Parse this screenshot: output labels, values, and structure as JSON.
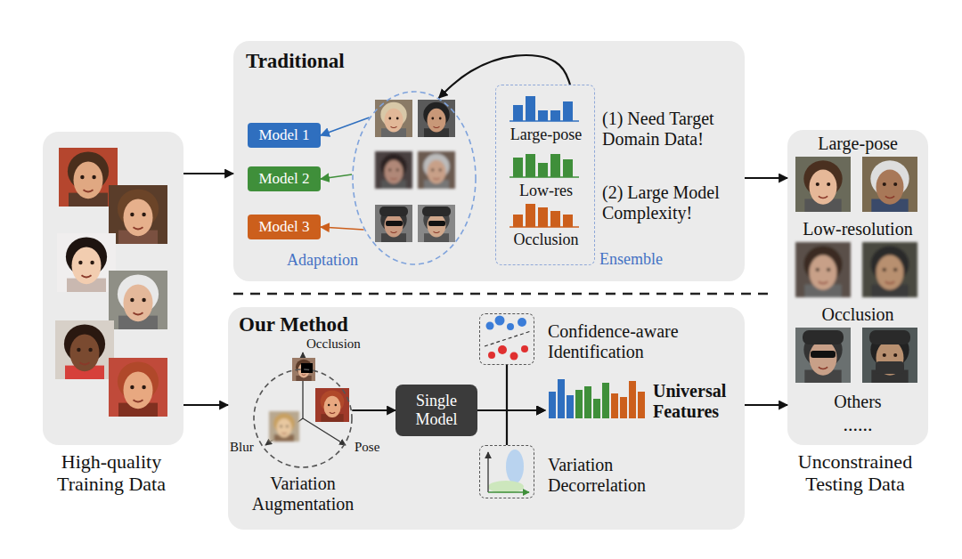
{
  "diagram": {
    "nodes": [
      {
        "text": [
          "High-quality Training Data"
        ]
      },
      {
        "text": [
          "Traditional"
        ]
      },
      {
        "text": [
          "Model 1"
        ],
        "in": 1
      },
      {
        "text": [
          "Model 2"
        ],
        "in": 1
      },
      {
        "text": [
          "Model 3"
        ],
        "in": 1
      },
      {
        "text": [
          "Adaptation"
        ],
        "in": 1
      },
      {
        "text": [
          "Large-pose",
          "Low-res",
          "Occlusion",
          "Ensemble"
        ],
        "in": 1
      },
      {
        "text": [
          "Our Method"
        ]
      },
      {
        "text": [
          "Occlusion",
          "Blur",
          "Pose",
          "Variation Augmentation"
        ],
        "in": 7
      },
      {
        "text": [
          "Single Model"
        ],
        "in": 7
      },
      {
        "text": [
          "Confidence-aware Identification"
        ],
        "in": 7
      },
      {
        "text": [
          "Variation Decorrelation"
        ],
        "in": 7
      },
      {
        "text": [
          "Universal Features"
        ],
        "in": 7
      },
      {
        "text": [
          "Large-pose",
          "Low-resolution",
          "Occlusion",
          "Others",
          "......",
          "Unconstrained Testing Data"
        ]
      }
    ],
    "edges": [
      {
        "from": 0,
        "to": 1,
        "arrow": "to"
      },
      {
        "from": 0,
        "to": 7,
        "arrow": "to"
      },
      {
        "from": 5,
        "to": 2,
        "arrow": "to"
      },
      {
        "from": 5,
        "to": 3,
        "arrow": "to"
      },
      {
        "from": 5,
        "to": 4,
        "arrow": "to"
      },
      {
        "from": 6,
        "to": 5,
        "arrow": "to"
      },
      {
        "from": 8,
        "to": 9,
        "arrow": "to"
      },
      {
        "from": 9,
        "to": 12,
        "arrow": "to"
      },
      {
        "from": 10,
        "to": 12,
        "arrow": "to"
      },
      {
        "from": 11,
        "to": 12,
        "arrow": "to"
      },
      {
        "from": 1,
        "to": 13,
        "arrow": "to"
      },
      {
        "from": 7,
        "to": 13,
        "arrow": "to"
      }
    ],
    "labels": [
      "(1) Need Target Domain Data!",
      "(2) Large Model Complexity!"
    ]
  }
}
